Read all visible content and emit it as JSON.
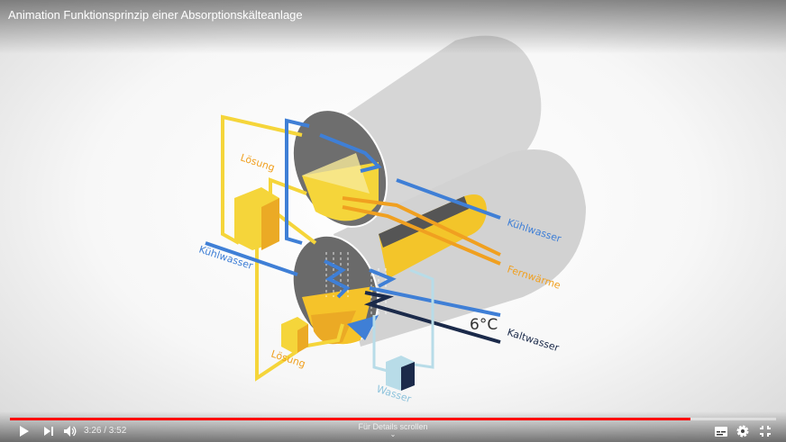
{
  "video": {
    "title": "Animation Funktionsprinzip einer Absorptionskälteanlage",
    "current_time": "3:26",
    "duration": "3:52",
    "time_display": "3:26 / 3:52",
    "progress_fraction": 0.888,
    "scroll_hint": "Für Details scrollen"
  },
  "diagram": {
    "labels": {
      "loesung_top": "Lösung",
      "kuehlwasser_left": "Kühlwasser",
      "kuehlwasser_right": "Kühlwasser",
      "fernwaerme": "Fernwärme",
      "temperature": "6°C",
      "kaltwasser": "Kaltwasser",
      "loesung_bottom": "Lösung",
      "wasser": "Wasser"
    },
    "colors": {
      "kuehlwasser": "#3f7fd6",
      "fernwaerme": "#f0a020",
      "loesung": "#f5d53a",
      "kaltwasser": "#1b2a4a",
      "wasser": "#b8dce8",
      "shell": "#d5d5d5"
    }
  },
  "controls": {
    "icons": [
      "play-icon",
      "next-icon",
      "volume-icon",
      "subtitles-icon",
      "settings-icon",
      "exit-fullscreen-icon"
    ]
  }
}
